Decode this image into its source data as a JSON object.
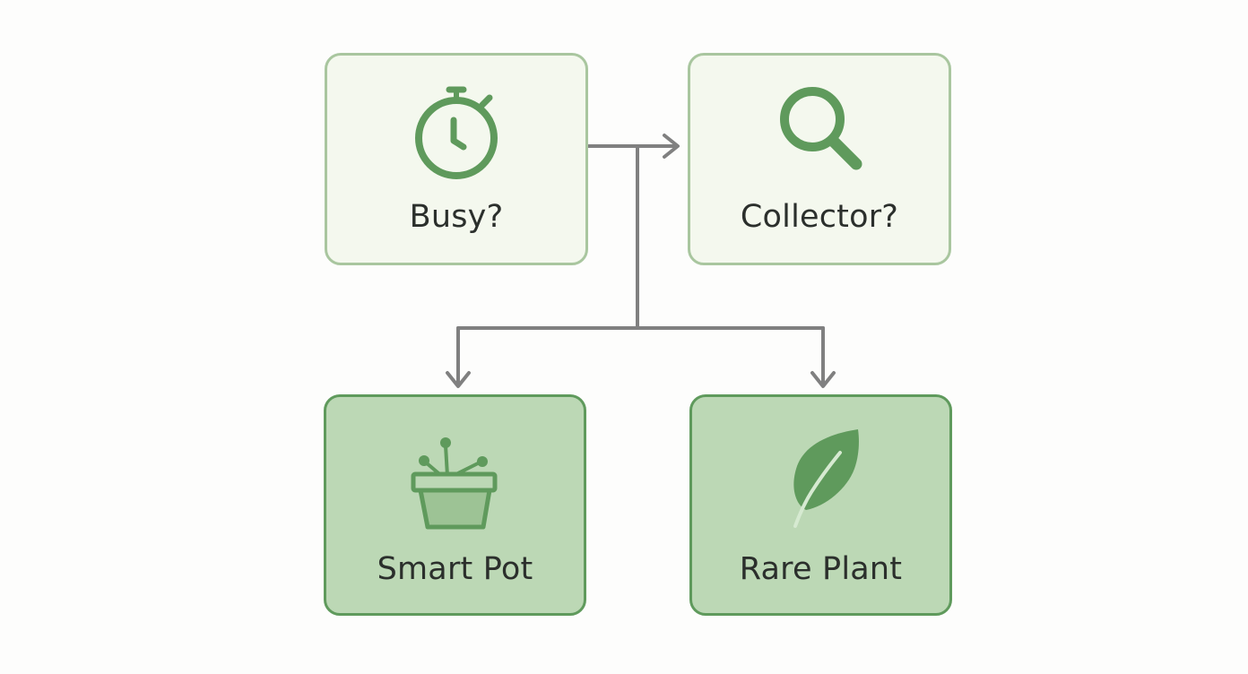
{
  "diagram": {
    "colors": {
      "background": "#fdfdfc",
      "question_fill": "#f4f8ee",
      "question_border": "#a9c69f",
      "outcome_fill": "#bcd8b5",
      "outcome_border": "#5f9a5c",
      "icon": "#5f9a5c",
      "connector": "#808080"
    },
    "nodes": [
      {
        "id": "busy",
        "label": "Busy?",
        "kind": "question",
        "icon": "stopwatch-icon"
      },
      {
        "id": "collector",
        "label": "Collector?",
        "kind": "question",
        "icon": "magnifier-icon"
      },
      {
        "id": "smart_pot",
        "label": "Smart Pot",
        "kind": "outcome",
        "icon": "smart-pot-icon"
      },
      {
        "id": "rare_plant",
        "label": "Rare Plant",
        "kind": "outcome",
        "icon": "leaf-icon"
      }
    ],
    "edges": [
      {
        "from": "busy",
        "to": "collector"
      },
      {
        "from": "busy",
        "to": "smart_pot"
      },
      {
        "from": "busy",
        "to": "rare_plant"
      }
    ]
  }
}
